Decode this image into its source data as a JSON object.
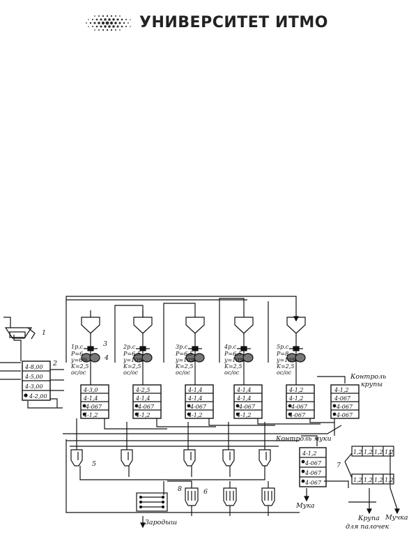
{
  "header": {
    "logo_text": "УНИВЕРСИТЕТ ИТМО",
    "logo_icon": "dotted-sphere-icon"
  },
  "scheme": {
    "refs": {
      "r1": "1",
      "r2": "2",
      "r3": "3",
      "r4": "4",
      "r5": "5",
      "r6": "6",
      "r7": "7",
      "r8": "8"
    },
    "presort_sieves": [
      "4-8,00",
      "4-5,00",
      "4-3,00",
      "4-2,00"
    ],
    "grinding_stages": [
      {
        "name": "1р.с",
        "params": [
          "P=6",
          "y=6%",
          "K=2,5",
          "ос/ос"
        ],
        "sieves": [
          "4-3,0",
          "4-1,4",
          "4-067",
          "4-1,2"
        ]
      },
      {
        "name": "2р.с",
        "params": [
          "P=6,5",
          "y=10%",
          "K=2,5",
          "ос/ос"
        ],
        "sieves": [
          "4-2,5",
          "4-1,4",
          "4-067",
          "4-1,2"
        ]
      },
      {
        "name": "3р.с",
        "params": [
          "P=6,5",
          "y=10%",
          "K=2,5",
          "ос/ос"
        ],
        "sieves": [
          "4-1,4",
          "4-1,4",
          "4-067",
          "4-1,2"
        ]
      },
      {
        "name": "4р.с",
        "params": [
          "P=6,5",
          "y=10%",
          "K=2,5",
          "ос/ос"
        ],
        "sieves": [
          "4-1,4",
          "4-1,4",
          "4-067",
          "4-1,2"
        ]
      },
      {
        "name": "5р.с",
        "params": [
          "P=8",
          "y=10%",
          "K=2,5",
          "ос/ос"
        ],
        "sieves": [
          "4-1,2",
          "4-1,2",
          "4-067",
          "4-067"
        ]
      }
    ],
    "groats_control": {
      "label_line1": "Контроль",
      "label_line2": "крупы",
      "sieves": [
        "4-1,2",
        "4-067",
        "4-067",
        "4-067"
      ]
    },
    "flour_control": {
      "label": "Контроль муки",
      "sieves": [
        "4-1,2",
        "4-067",
        "4-067",
        "4-067"
      ]
    },
    "grader_cells": [
      "1,2",
      "1,2",
      "1,2",
      "1,2"
    ],
    "outputs": {
      "germ": "Зародыш",
      "flour": "Мука",
      "fine_flour": "Мучка",
      "groats_line1": "Крупа",
      "groats_line2": "для палочек"
    }
  }
}
